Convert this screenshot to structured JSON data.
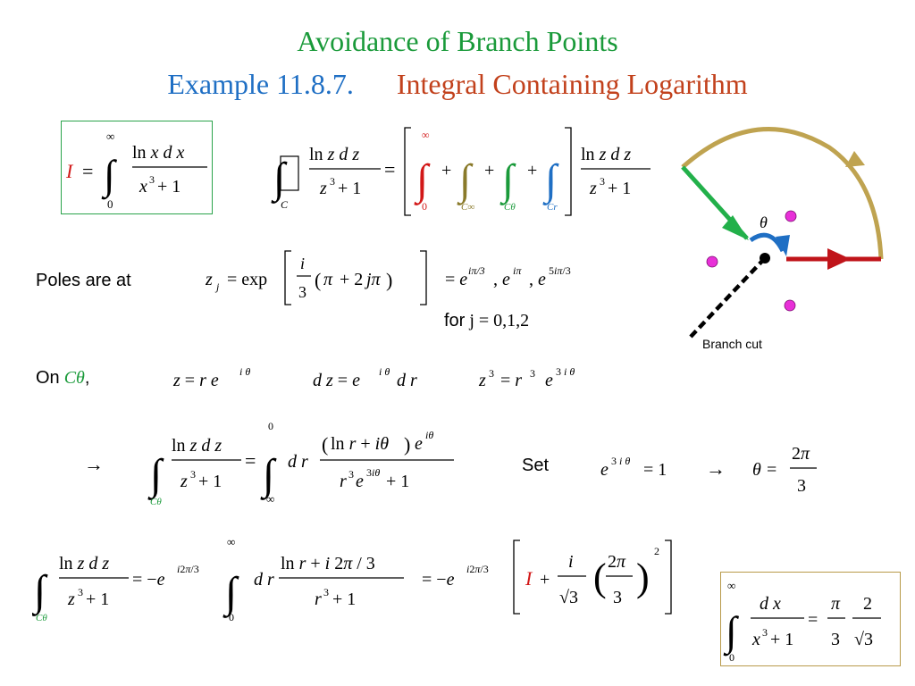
{
  "title": {
    "main": "Avoidance of Branch Points",
    "example_label": "Example 11.8.7.",
    "example_title": "Integral Containing Logarithm"
  },
  "text": {
    "poles_label": "Poles are at",
    "for_label": "for",
    "for_values": "j = 0,1,2",
    "on_label": "On",
    "on_contour": "Cθ",
    "on_comma": ",",
    "set_label": "Set",
    "branch_cut_label": "Branch cut",
    "theta_symbol": "θ"
  },
  "equations": {
    "eq_I_def": "I = ∫₀^∞ ln x dx / (x³ + 1)",
    "eq_contour_split": "∮_C ln z dz / (z³ + 1) = [ ∫₀^∞ + ∫_{C∞} + ∫_{Cθ} + ∫_{Cr} ] ln z dz / (z³ + 1)",
    "eq_poles": "z_j = exp[ i/3 (π + 2jπ) ] = e^{iπ/3}, e^{iπ}, e^{5iπ/3}",
    "eq_z": "z = r e^{iθ}",
    "eq_dz": "dz = e^{iθ} dr",
    "eq_z3": "z³ = r³ e^{3iθ}",
    "eq_arrow_integral": "→ ∫_{Cθ} ln z dz / (z³ + 1) = ∫_∞^0 dr (ln r + iθ) e^{iθ} / (r³ e^{3iθ} + 1)",
    "eq_set": "e^{3iθ} = 1 → θ = 2π/3",
    "eq_final": "∫_{Cθ} ln z dz / (z³ + 1) = −e^{i2π/3} ∫₀^∞ dr (ln r + i2π/3)/(r³ + 1) = −e^{i2π/3} [ I + i/√3 (2π/3)² ]",
    "eq_result": "∫₀^∞ dx / (x³ + 1) = π/3 · 2/√3"
  },
  "colors": {
    "title_green": "#1a9a3a",
    "example_blue": "#1f6fc4",
    "example_red": "#c2411c",
    "contour_green": "#22b04a",
    "contour_red": "#c0141a",
    "contour_olive": "#bfa350",
    "contour_blue": "#1f6fc4",
    "pole_magenta": "#e830d8"
  }
}
